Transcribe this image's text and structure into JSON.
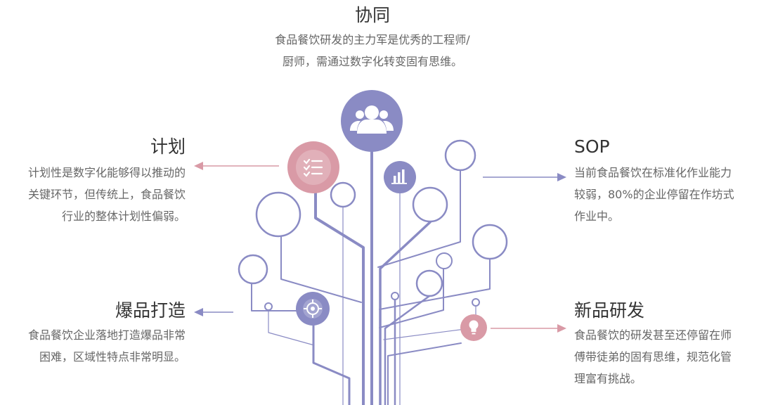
{
  "colors": {
    "primary": "#8a8bc4",
    "accent": "#d99aa6",
    "title": "#333333",
    "text": "#666666"
  },
  "top": {
    "title": "协同",
    "lines": [
      "食品餐饮研发的主力军是优秀的工程师/",
      "厨师，需通过数字化转变固有思维。"
    ],
    "icon": "people-icon"
  },
  "plan": {
    "title": "计划",
    "lines": [
      "计划性是数字化能够得以推动的",
      "关键环节，但传统上，食品餐饮",
      "行业的整体计划性偏弱。"
    ],
    "icon": "checklist-icon"
  },
  "sop": {
    "title": "SOP",
    "lines": [
      "当前食品餐饮在标准化作业能力",
      "较弱，80%的企业停留在作坊式",
      "作业中。"
    ],
    "icon": "bar-chart-icon"
  },
  "hit": {
    "title": "爆品打造",
    "lines": [
      "食品餐饮企业落地打造爆品非常",
      "困难，区域性特点非常明显。"
    ],
    "icon": "target-icon"
  },
  "newrd": {
    "title": "新品研发",
    "lines": [
      "食品餐饮的研发甚至还停留在师",
      "傅带徒弟的固有思维，规范化管",
      "理富有挑战。"
    ],
    "icon": "lightbulb-icon"
  }
}
